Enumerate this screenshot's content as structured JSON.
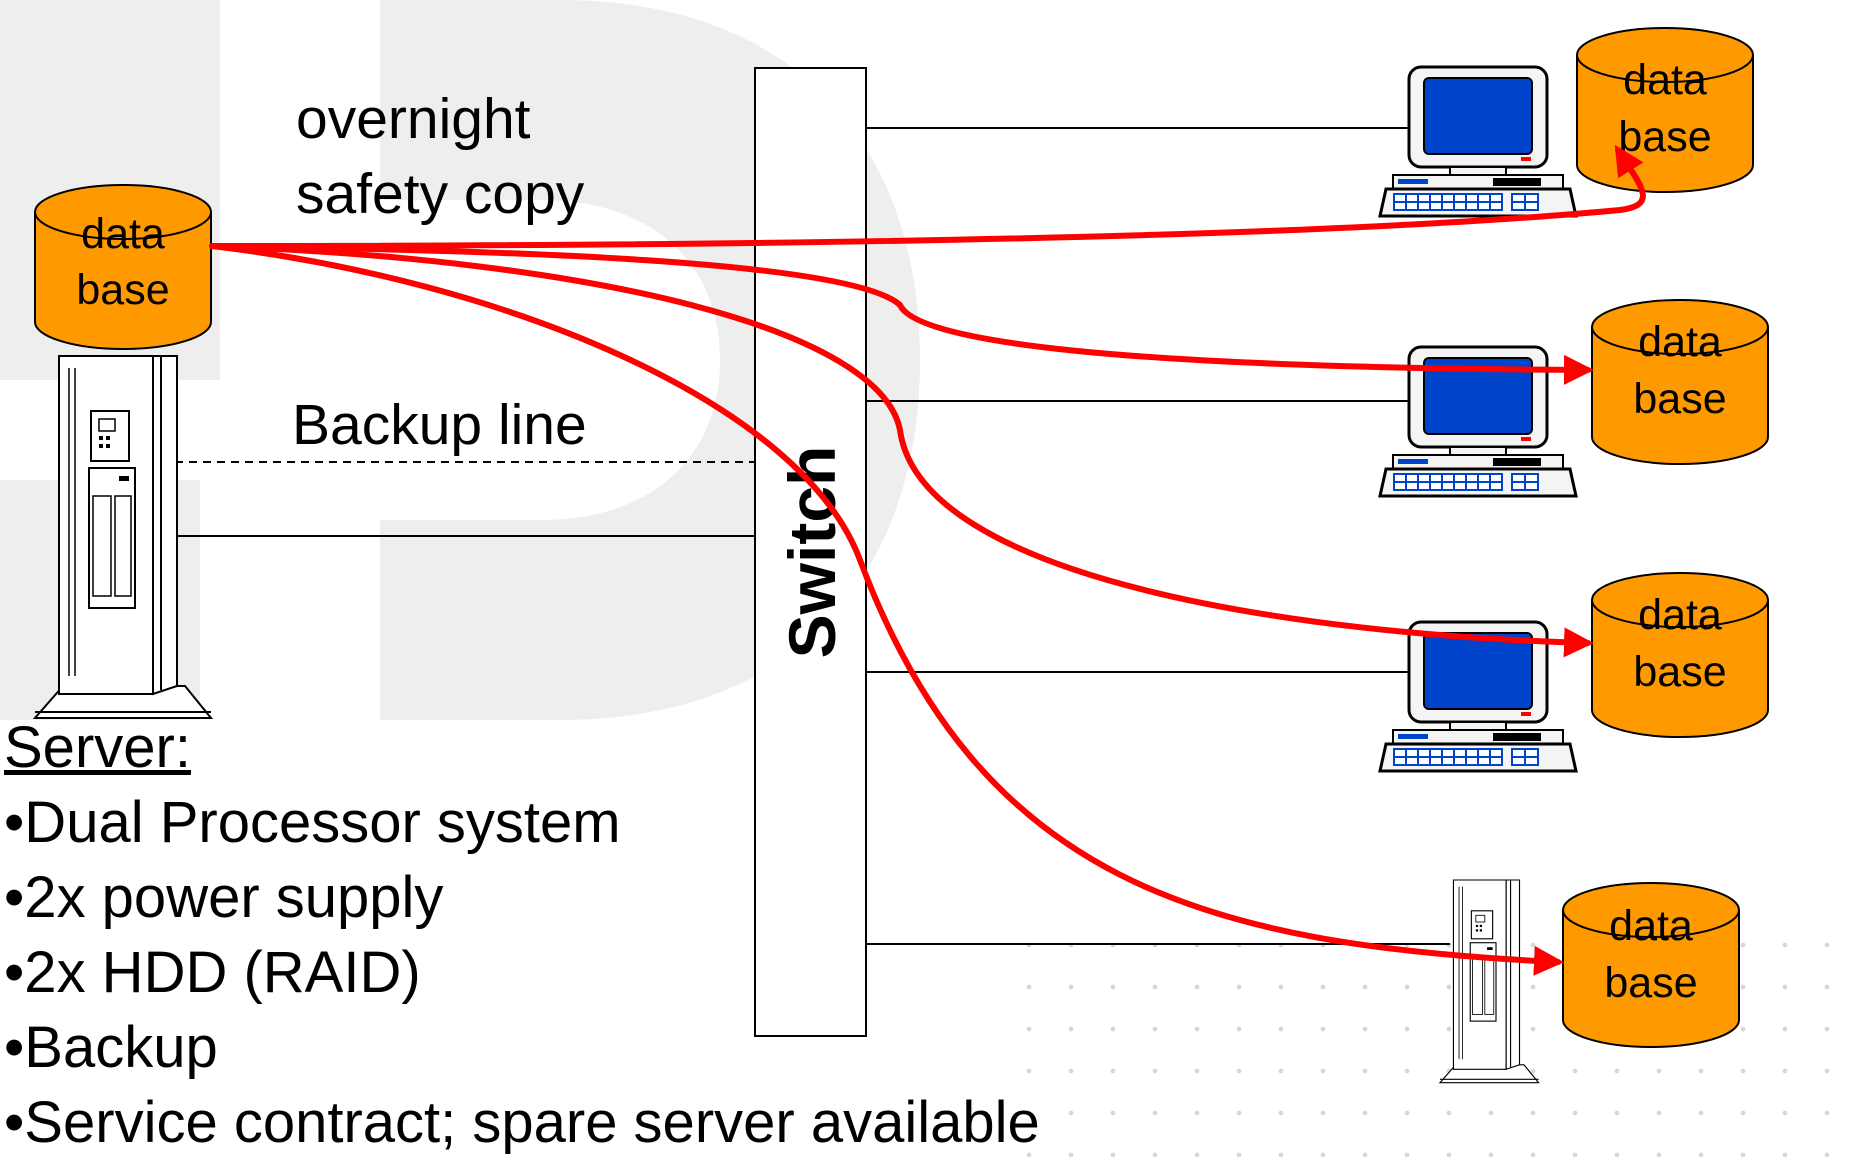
{
  "colors": {
    "background": "#ffffff",
    "database_fill": "#ff9900",
    "copy_line": "#ff0000",
    "screen": "#0044cc",
    "watermark": "#eeeeee",
    "line": "#000000"
  },
  "labels": {
    "overnight_line1": "overnight",
    "overnight_line2": "safety copy",
    "backup_line": "Backup line",
    "switch": "Switch"
  },
  "databases": [
    {
      "id": "server-db",
      "line1": "data",
      "line2": "base"
    },
    {
      "id": "client-1-db",
      "line1": "data",
      "line2": "base"
    },
    {
      "id": "client-2-db",
      "line1": "data",
      "line2": "base"
    },
    {
      "id": "client-3-db",
      "line1": "data",
      "line2": "base"
    },
    {
      "id": "spare-server-db",
      "line1": "data",
      "line2": "base"
    }
  ],
  "icons": {
    "server": "server-tower-icon",
    "workstation": "workstation-computer-icon",
    "database": "database-cylinder-icon"
  },
  "server": {
    "heading": "Server:",
    "features": [
      "•Dual Processor system",
      "•2x power supply",
      "•2x HDD (RAID)",
      "•Backup",
      "•Service contract; spare server available"
    ]
  }
}
